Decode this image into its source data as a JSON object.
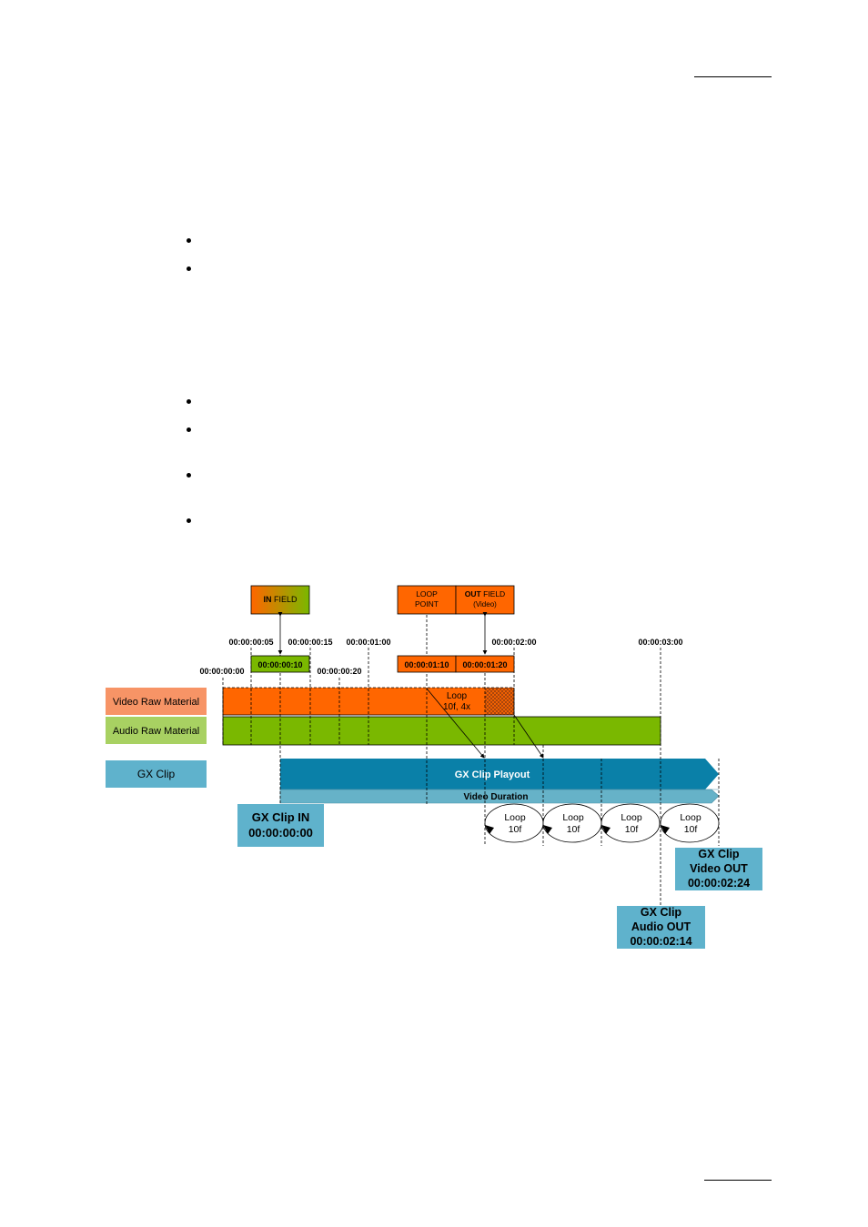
{
  "header": {
    "rule": true
  },
  "footer": {
    "rule": true
  },
  "bullets": {
    "group1": 2,
    "group2": 4
  },
  "diagram": {
    "row_labels": {
      "video": "Video Raw Material",
      "audio": "Audio Raw Material",
      "gx": "GX Clip"
    },
    "boxes": {
      "in_field_bold": "IN",
      "in_field_rest": " FIELD",
      "loop_point_1": "LOOP",
      "loop_point_2": "POINT",
      "out_field_bold": "OUT",
      "out_field_rest": " FIELD",
      "out_field_sub": "(Video)"
    },
    "timecodes": {
      "t05": "00:00:00:05",
      "t15": "00:00:00:15",
      "t100": "00:00:01:00",
      "t200": "00:00:02:00",
      "t300": "00:00:03:00",
      "t00": "00:00:00:00",
      "t20": "00:00:00:20",
      "in_tc": "00:00:00:10",
      "loop_tc": "00:00:01:10",
      "out_tc": "00:00:01:20"
    },
    "loop_note_1": "Loop",
    "loop_note_2": "10f, 4x",
    "playout": "GX Clip Playout",
    "video_duration": "Video Duration",
    "loops": [
      {
        "l1": "Loop",
        "l2": "10f"
      },
      {
        "l1": "Loop",
        "l2": "10f"
      },
      {
        "l1": "Loop",
        "l2": "10f"
      },
      {
        "l1": "Loop",
        "l2": "10f"
      }
    ],
    "clip_in": {
      "l1": "GX Clip IN",
      "l2": "00:00:00:00"
    },
    "video_out": {
      "l1": "GX Clip",
      "l2": "Video OUT",
      "l3": "00:00:02:24"
    },
    "audio_out": {
      "l1": "GX Clip",
      "l2": "Audio OUT",
      "l3": "00:00:02:14"
    }
  },
  "colors": {
    "orange": "#ff6600",
    "orange_light": "#f79466",
    "green": "#7ab800",
    "green_light": "#a8d162",
    "teal_dark": "#0a80a8",
    "teal_light": "#66b2c8",
    "gx_label": "#5fb2cc"
  }
}
